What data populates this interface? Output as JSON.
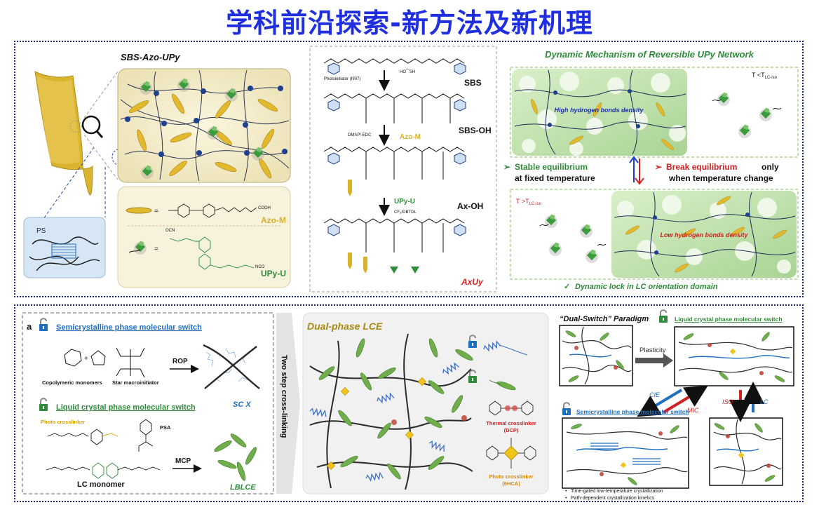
{
  "title": "学科前沿探索-新方法及新机理",
  "colors": {
    "title": "#1f2fe0",
    "border": "#1a237e",
    "green": "#2e8b3a",
    "gold": "#d9b22a",
    "red": "#d21f1f",
    "blue": "#1f6fc0"
  },
  "top": {
    "sbs_title": "SBS-Azo-UPy",
    "ps_label": "PS",
    "azo_label": "Azo-M",
    "upy_label": "UPy-U",
    "synthesis": {
      "photoinit": "Photoinitiator (I907)",
      "thiol": "HO⁀SH",
      "sbs": "SBS",
      "dmap": "DMAP/ EDC",
      "azo_m": "Azo-M",
      "sbs_oh": "SBS-OH",
      "upy_u": "UPy-U",
      "cat": "CF₃/DBTDL",
      "ax_oh": "Ax-OH",
      "axuy": "AxUy"
    },
    "mechanism": {
      "title": "Dynamic Mechanism of Reversible UPy Network",
      "t_low": "T <T",
      "t_low_sub": "LC-iso",
      "high_hb": "High hydrogen bonds density",
      "stable_a": "Stable equilibrium",
      "stable_b": "at fixed temperature",
      "break_a": "Break equilibrium",
      "break_only": "only",
      "break_b": "when temperature change",
      "t_high": "T >T",
      "t_high_sub": "LC-iso",
      "low_hb": "Low hydrogen bonds density",
      "lock": "Dynamic lock in LC orientation domain"
    }
  },
  "bottom": {
    "panel_a": "a",
    "semi_switch": "Semicrystalline phase molecular switch",
    "copoly": "Copolymeric monomers",
    "star": "Star macroinitiator",
    "rop": "ROP",
    "scx": "SC X",
    "lc_switch": "Liquid crystal phase molecular switch",
    "photo_cl": "Photo crosslinker",
    "psa": "PSA",
    "mcp": "MCP",
    "lc_monomer": "LC monomer",
    "lblce": "LBLCE",
    "two_step": "Two step cross-linking",
    "dual_lce": "Dual-phase LCE",
    "thermal_a": "Thermal crosslinker",
    "thermal_b": "(DCP)",
    "photo_a": "Photo crosslinker",
    "photo_b": "(6HCA)",
    "paradigm": "“Dual-Switch” Paradigm",
    "lc_switch2": "Liquid crystal phase molecular switch",
    "plasticity": "Plasticity",
    "cie": "CIE",
    "mic": "MIC",
    "iso": "ISO",
    "lc": "LC",
    "semi_switch2": "Semicrystalline phase molecular switch",
    "bullet1": "Time-gated low-temperature crystallization",
    "bullet2": "Path-dependent crystallization kinetics"
  }
}
